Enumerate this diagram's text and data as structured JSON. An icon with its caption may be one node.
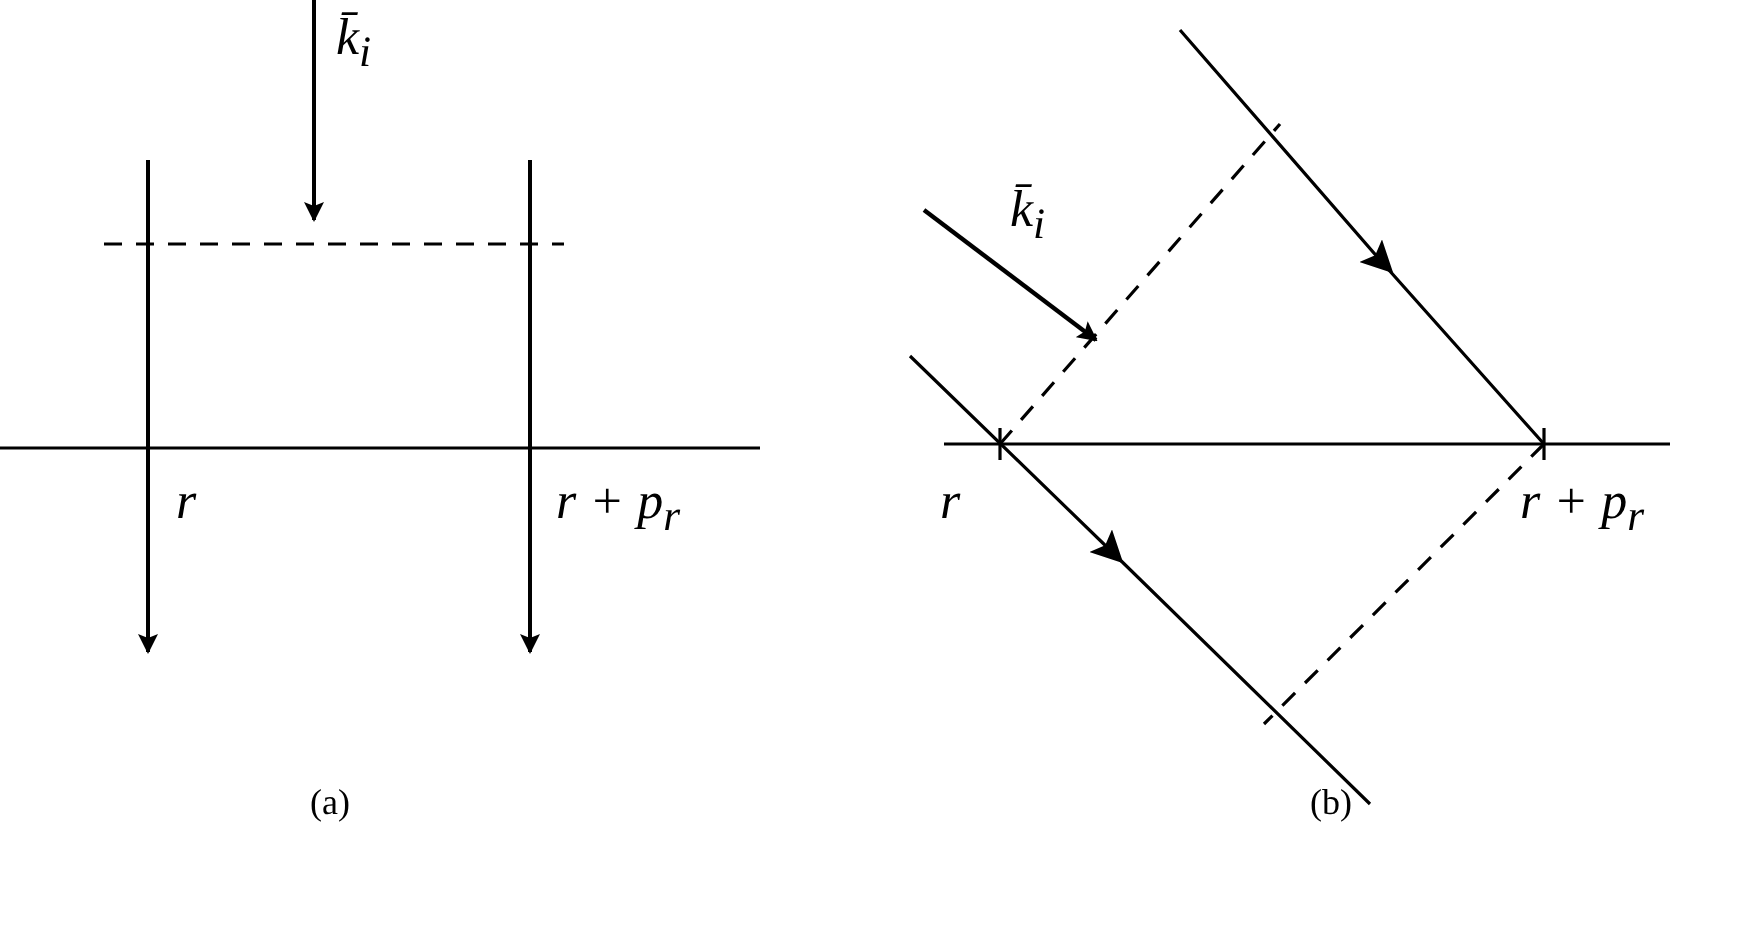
{
  "diagram": {
    "labels": [
      "k̄$_{i}$",
      "k̄$_{i}$",
      "r",
      "r + p$_{r}$",
      "r",
      "r + p$_{r}$",
      "(a)",
      "(b)"
    ]
  }
}
